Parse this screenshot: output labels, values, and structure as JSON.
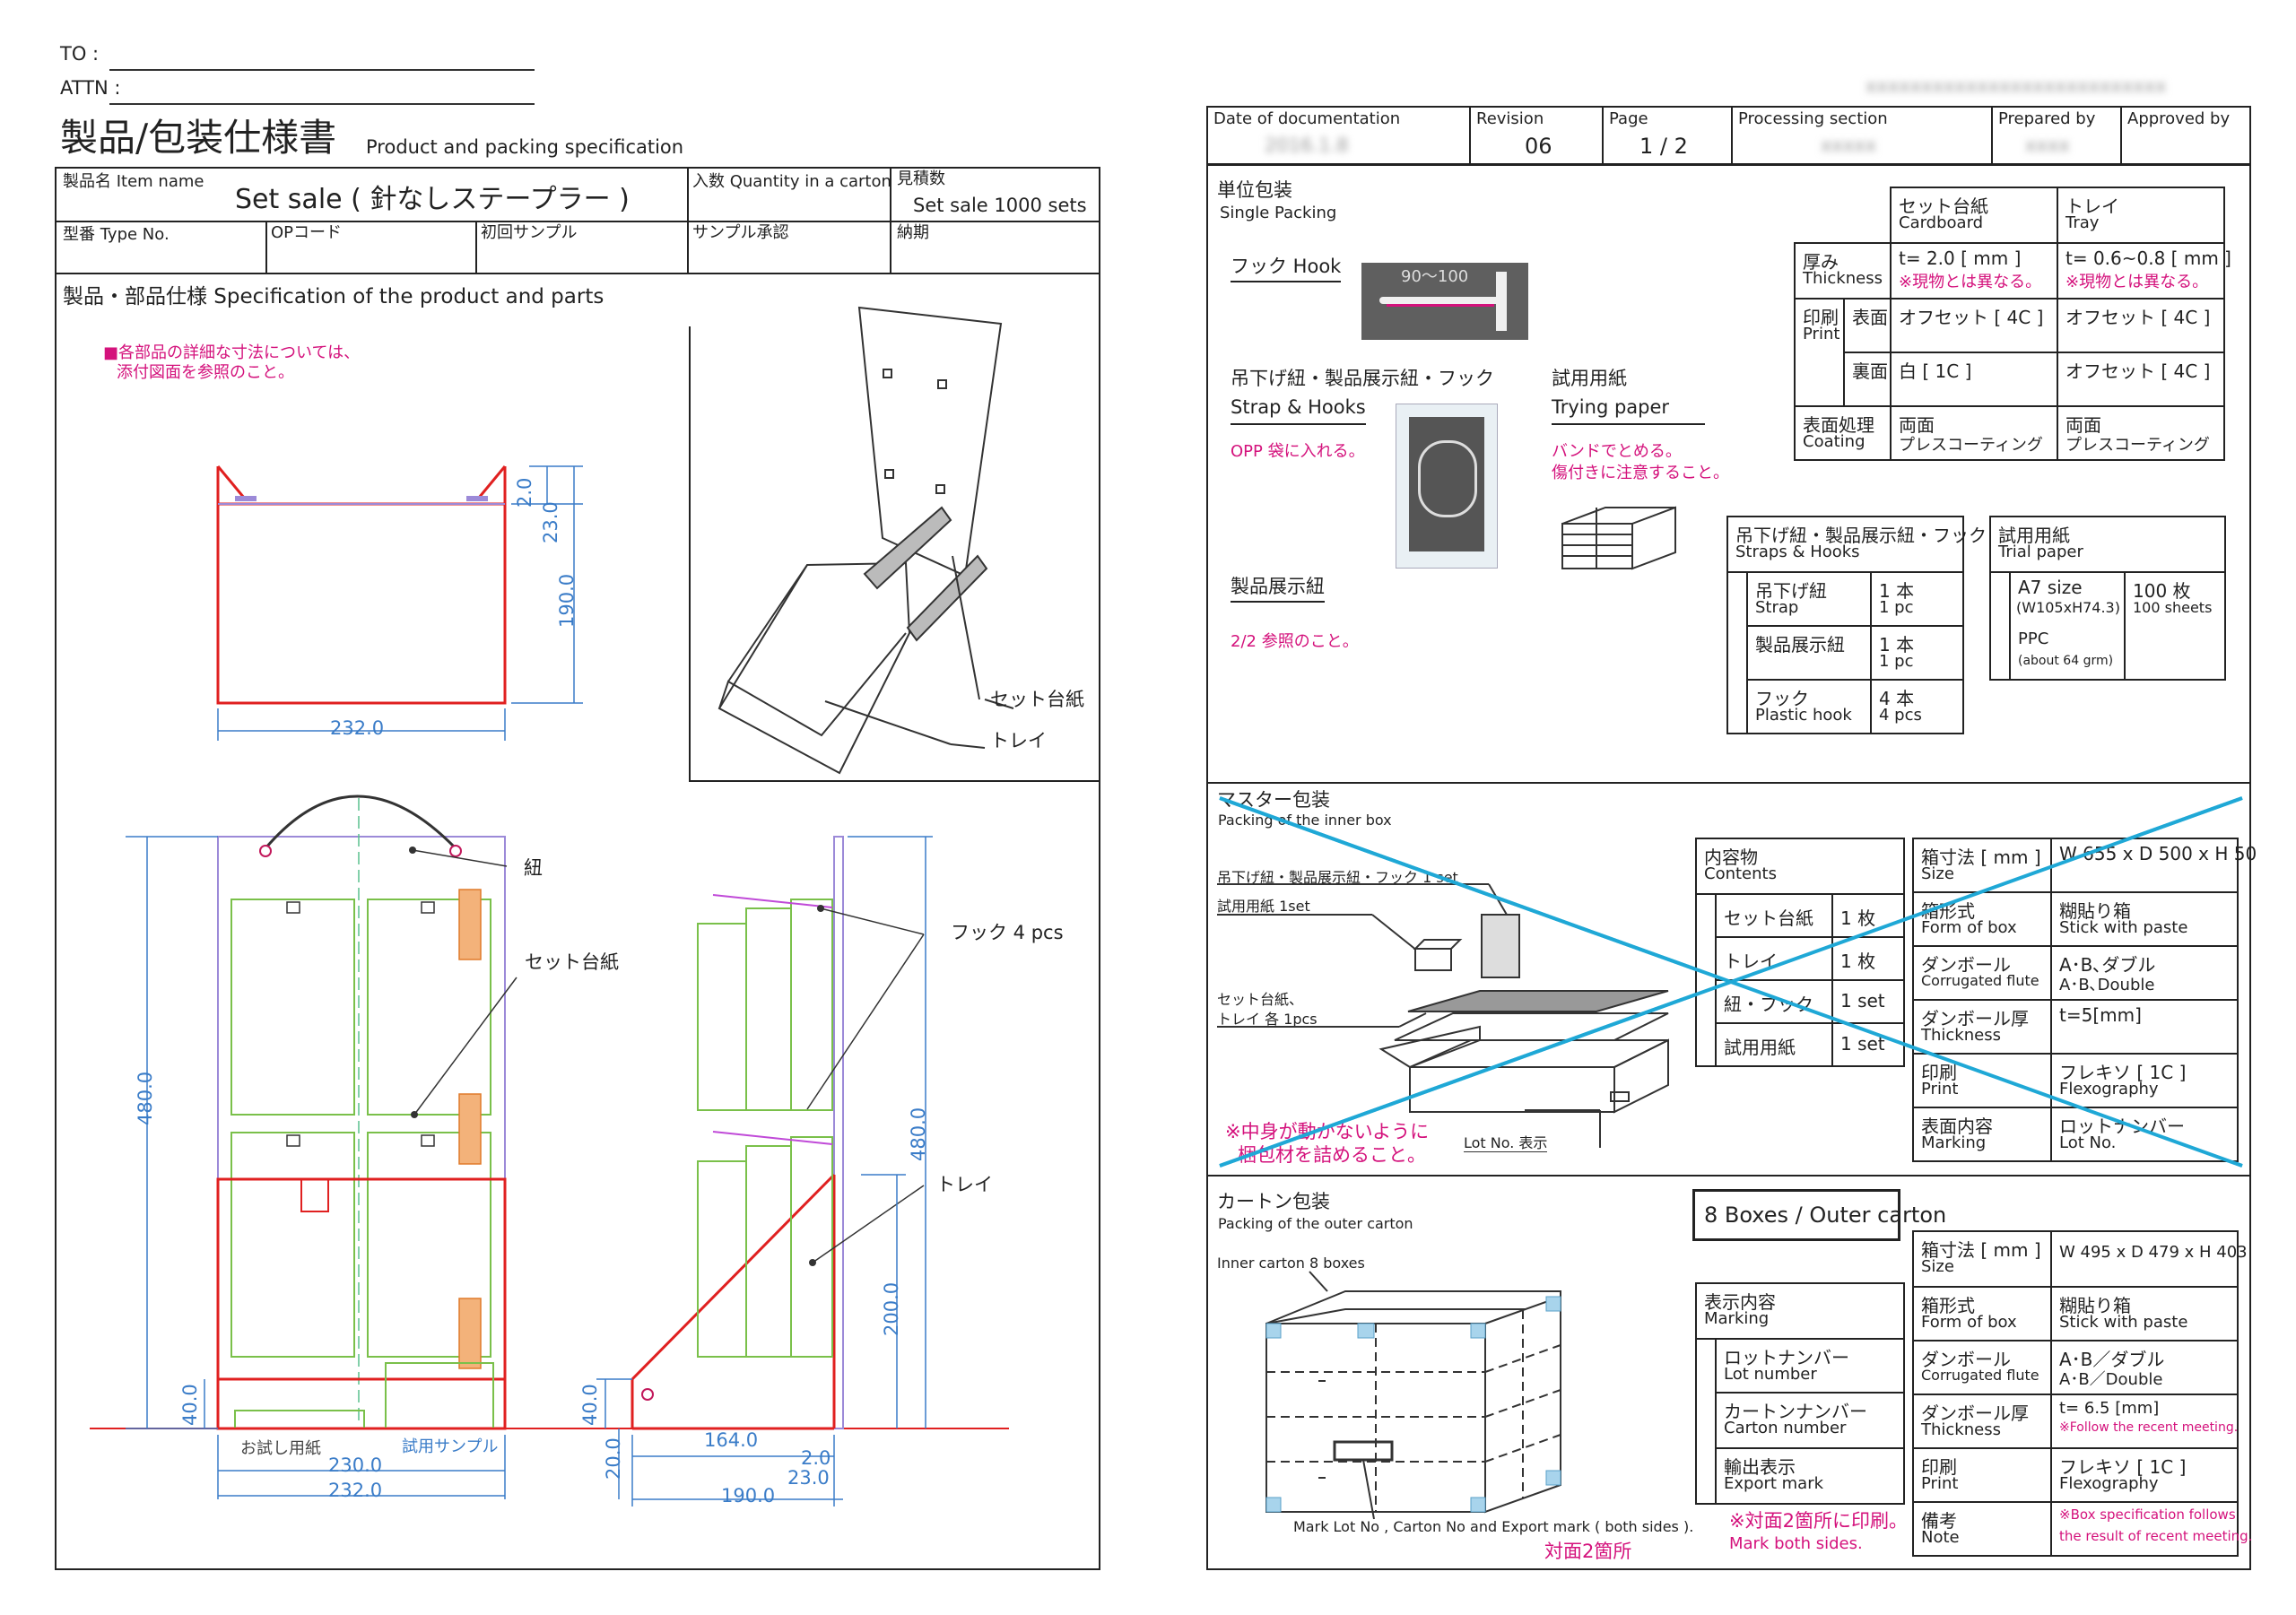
{
  "header": {
    "to": "TO :",
    "attn": "ATTN :",
    "title_jp": "製品/包装仕様書",
    "title_en": "Product and packing specification"
  },
  "info": {
    "item_name_label": "製品名 Item name",
    "item_name": "Set sale ( 針なしステープラー )",
    "qty_label": "入数 Quantity in a carton",
    "estimate_label": "見積数",
    "estimate_value": "Set sale  1000 sets",
    "type_no": "型番  Type No.",
    "op_code": "OPコード",
    "first_sample": "初回サンプル",
    "sample_approval": "サンプル承認",
    "delivery": "納期"
  },
  "spec": {
    "heading": "製品・部品仕様  Specification of the product and parts",
    "note_line1": "■各部品の詳細な寸法については、",
    "note_line2": "添付図面を参照のこと。"
  },
  "drawing": {
    "dim_2": "2.0",
    "dim_23": "23.0",
    "dim_190": "190.0",
    "dim_232": "232.0",
    "label_daishi": "セット台紙",
    "label_tray": "トレイ",
    "label_himo": "紐",
    "label_daishi2": "セット台紙",
    "label_hook": "フック  4 pcs",
    "label_tray2": "トレイ",
    "dim_480": "480.0",
    "dim_480b": "480.0",
    "dim_40": "40.0",
    "dim_40b": "40.0",
    "dim_200": "200.0",
    "dim_230": "230.0",
    "dim_232b": "232.0",
    "dim_164": "164.0",
    "dim_20": "20.0",
    "dim_2b": "2.0",
    "dim_23b": "23.0",
    "dim_190b": "190.0",
    "otameshi": "お試し用紙",
    "shiyou_sample": "試用サンプル"
  },
  "doc_table": {
    "date_label": "Date of documentation",
    "date_value": "2016.1.8",
    "revision_label": "Revision",
    "revision_value": "06",
    "page_label": "Page",
    "page_value": "1 / 2",
    "processing_label": "Processing section",
    "processing_value": "xxxxx",
    "prepared_label": "Prepared by",
    "prepared_value": "xxxx",
    "approved_label": "Approved by"
  },
  "single": {
    "title": "単位包装",
    "title_en": "Single Packing",
    "hook_title": "フック Hook",
    "hook_dim": "90～100",
    "strap_title": "吊下げ紐・製品展示紐・フック",
    "strap_title_en": "Strap & Hooks",
    "strap_note": "OPP 袋に入れる。",
    "paper_title": "試用用紙",
    "paper_title_en": "Trying paper",
    "paper_note1": "バンドでとめる。",
    "paper_note2": "傷付きに注意すること。",
    "display_title": "製品展示紐",
    "display_note": "2/2  参照のこと。"
  },
  "material_table": {
    "col1_jp": "セット台紙",
    "col1_en": "Cardboard",
    "col2_jp": "トレイ",
    "col2_en": "Tray",
    "thick_jp": "厚み",
    "thick_en": "Thickness",
    "thick_v1": "t= 2.0 [ mm ]",
    "thick_v1_note": "※現物とは異なる。",
    "thick_v2": "t= 0.6~0.8 [ mm ]",
    "thick_v2_note": "※現物とは異なる。",
    "print_jp": "印刷",
    "print_en": "Print",
    "front": "表面",
    "back": "裏面",
    "front_v1": "オフセット [ 4C ]",
    "front_v2": "オフセット [ 4C ]",
    "back_v1": "白 [ 1C ]",
    "back_v2": "オフセット [ 4C ]",
    "coat_jp": "表面処理",
    "coat_en": "Coating",
    "coat_v1a": "両面",
    "coat_v1b": "プレスコーティング",
    "coat_v2a": "両面",
    "coat_v2b": "プレスコーティング"
  },
  "straps_table": {
    "title_jp": "吊下げ紐・製品展示紐・フック",
    "title_en": "Straps & Hooks",
    "rows": [
      {
        "jp": "吊下げ紐",
        "en": "Strap",
        "q1": "1 本",
        "q2": "1 pc"
      },
      {
        "jp": "製品展示紐",
        "en": "",
        "q1": "1 本",
        "q2": "1 pc"
      },
      {
        "jp": "フック",
        "en": "Plastic hook",
        "q1": "4 本",
        "q2": "4 pcs"
      }
    ]
  },
  "trial_table": {
    "title_jp": "試用用紙",
    "title_en": "Trial paper",
    "size": "A7 size",
    "size_dim": "(W105xH74.3)",
    "qty1": "100 枚",
    "qty2": "100 sheets",
    "ppc": "PPC",
    "ppc_note": "(about 64 grm)"
  },
  "inner": {
    "title": "マスター包装",
    "title_en": "Packing of the inner box",
    "label1": "吊下げ紐・製品展示紐・フック 1 set",
    "label2": "試用用紙  1set",
    "label3a": "セット台紙、",
    "label3b": "トレイ 各 1pcs",
    "note1": "※中身が動かないように",
    "note2": "梱包材を詰めること。",
    "lot": "Lot No. 表示",
    "contents_jp": "内容物",
    "contents_en": "Contents",
    "contents": [
      {
        "name": "セット台紙",
        "qty": "1 枚"
      },
      {
        "name": "トレイ",
        "qty": "1 枚"
      },
      {
        "name": "紐・フック",
        "qty": "1 set"
      },
      {
        "name": "試用用紙",
        "qty": "1 set"
      }
    ],
    "spec": [
      {
        "jp": "箱寸法 [ mm ]",
        "en": "Size",
        "v1": "W 655 x D 500 x H 50",
        "v2": ""
      },
      {
        "jp": "箱形式",
        "en": "Form of box",
        "v1": "糊貼り箱",
        "v2": "Stick with paste"
      },
      {
        "jp": "ダンボール",
        "en": "Corrugated flute",
        "v1": "A･B､ダブル",
        "v2": "A･B､Double"
      },
      {
        "jp": "ダンボール厚",
        "en": "Thickness",
        "v1": "t=5[mm]",
        "v2": ""
      },
      {
        "jp": "印刷",
        "en": "Print",
        "v1": "フレキソ [ 1C ]",
        "v2": "Flexography"
      },
      {
        "jp": "表面内容",
        "en": "Marking",
        "v1": "ロットナンバー",
        "v2": "Lot No."
      }
    ]
  },
  "outer": {
    "title": "カートン包装",
    "title_en": "Packing of the outer carton",
    "inner_label": "Inner carton 8 boxes",
    "boxes_label": "8 Boxes / Outer carton",
    "mark_note": "Mark Lot No , Carton No and Export mark ( both sides ).",
    "mark_jp": "対面2箇所",
    "marking_jp": "表示内容",
    "marking_en": "Marking",
    "marking_items": [
      {
        "jp": "ロットナンバー",
        "en": "Lot number"
      },
      {
        "jp": "カートンナンバー",
        "en": "Carton number"
      },
      {
        "jp": "輸出表示",
        "en": "Export mark"
      }
    ],
    "marking_note1": "※対面2箇所に印刷。",
    "marking_note2": "Mark both sides.",
    "spec": [
      {
        "jp": "箱寸法 [ mm ]",
        "en": "Size",
        "v1": "W 495 x D 479 x H 403",
        "v2": "",
        "pink": false
      },
      {
        "jp": "箱形式",
        "en": "Form of box",
        "v1": "糊貼り箱",
        "v2": "Stick with paste",
        "pink": false
      },
      {
        "jp": "ダンボール",
        "en": "Corrugated flute",
        "v1": "A･B／ダブル",
        "v2": "A･B／Double",
        "pink": false
      },
      {
        "jp": "ダンボール厚",
        "en": "Thickness",
        "v1": "t= 6.5 [mm]",
        "v2": "※Follow the recent meeting.",
        "pink": true
      },
      {
        "jp": "印刷",
        "en": "Print",
        "v1": "フレキソ [ 1C ]",
        "v2": "Flexography",
        "pink": false
      },
      {
        "jp": "備考",
        "en": "Note",
        "v1": "※Box specification follows",
        "v2": "the result of recent meeting.",
        "pink": true
      }
    ]
  },
  "blurred_company": "xxxxxxxxxxxxxxxxxxxxxxxxxxx"
}
